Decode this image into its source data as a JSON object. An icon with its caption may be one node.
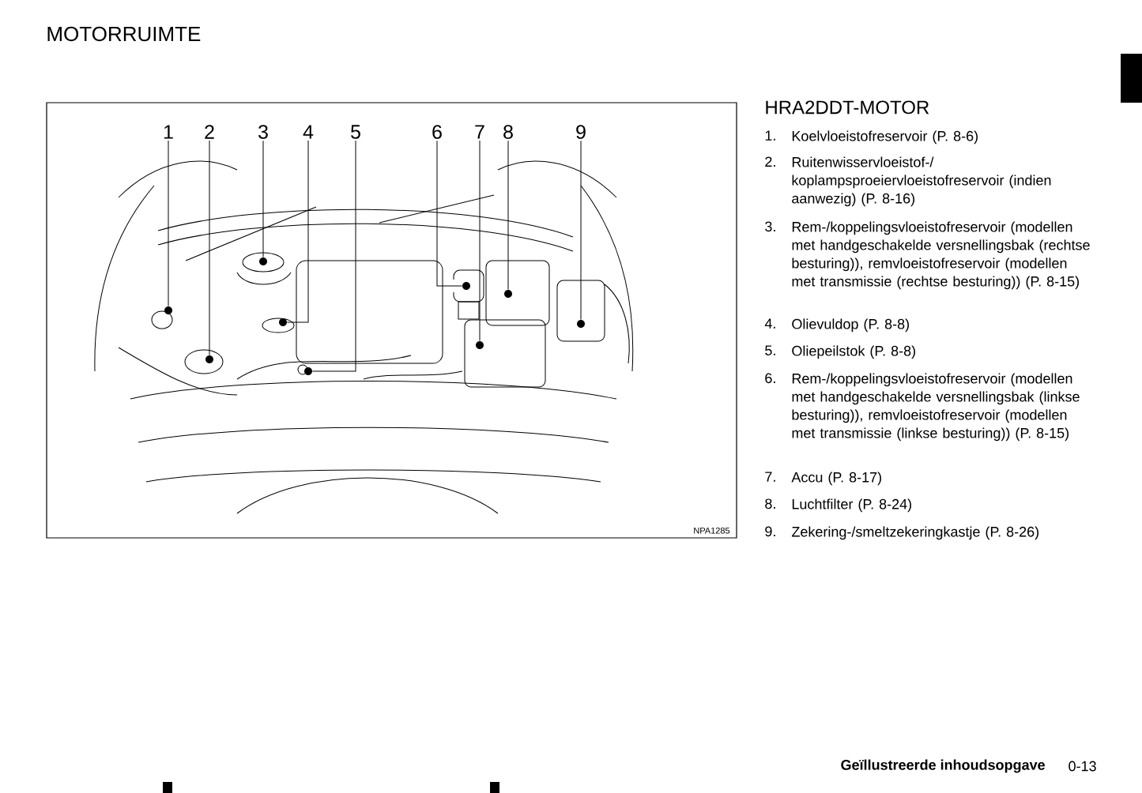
{
  "diagram": {
    "title": "MOTORRUIMTE",
    "nodes": [
      {
        "text": [
          "1"
        ]
      },
      {
        "text": [
          "2"
        ]
      },
      {
        "text": [
          "3"
        ]
      },
      {
        "text": [
          "4"
        ]
      },
      {
        "text": [
          "5"
        ]
      },
      {
        "text": [
          "6"
        ]
      },
      {
        "text": [
          "7"
        ]
      },
      {
        "text": [
          "8"
        ]
      },
      {
        "text": [
          "9"
        ]
      },
      {
        "text": [],
        "shape": "circle"
      },
      {
        "text": [],
        "shape": "circle"
      },
      {
        "text": [],
        "shape": "circle"
      },
      {
        "text": [],
        "shape": "circle"
      },
      {
        "text": [],
        "shape": "circle"
      },
      {
        "text": [],
        "shape": "circle"
      },
      {
        "text": [],
        "shape": "circle"
      },
      {
        "text": [],
        "shape": "circle"
      },
      {
        "text": [],
        "shape": "circle"
      }
    ],
    "edges": [
      {
        "from": 0,
        "to": 9,
        "arrow": "none"
      },
      {
        "from": 1,
        "to": 10,
        "arrow": "none"
      },
      {
        "from": 2,
        "to": 11,
        "arrow": "none"
      },
      {
        "from": 3,
        "to": 12,
        "arrow": "none"
      },
      {
        "from": 4,
        "to": 13,
        "arrow": "none"
      },
      {
        "from": 5,
        "to": 14,
        "arrow": "none"
      },
      {
        "from": 6,
        "to": 15,
        "arrow": "none"
      },
      {
        "from": 7,
        "to": 16,
        "arrow": "none"
      },
      {
        "from": 8,
        "to": 17,
        "arrow": "none"
      }
    ],
    "labels": [
      "HRA2DDT-MOTOR",
      "1.",
      "Koelvloeistofreservoir (P. 8-6)",
      "2.",
      "Ruitenwisservloeistof-/ koplampsproeiervloeistofreservoir (indien aanwezig) (P. 8-16)",
      "3.",
      "Rem-/koppelingsvloeistofreservoir (modellen met handgeschakelde versnellingsbak (rechtse besturing)), remvloeistofreservoir (modellen met transmissie (rechtse besturing)) (P. 8-15)",
      "4.",
      "Olievuldop (P. 8-8)",
      "5.",
      "Oliepeilstok (P. 8-8)",
      "6.",
      "Rem-/koppelingsvloeistofreservoir (modellen met handgeschakelde versnellingsbak (linkse besturing)), remvloeistofreservoir (modellen met transmissie (linkse besturing)) (P. 8-15)",
      "7.",
      "Accu (P. 8-17)",
      "8.",
      "Luchtfilter (P. 8-24)",
      "9.",
      "Zekering-/smeltzekeringkastje (P. 8-26)",
      "NPA1285",
      "Geïllustreerde inhoudsopgave",
      "0-13"
    ]
  }
}
